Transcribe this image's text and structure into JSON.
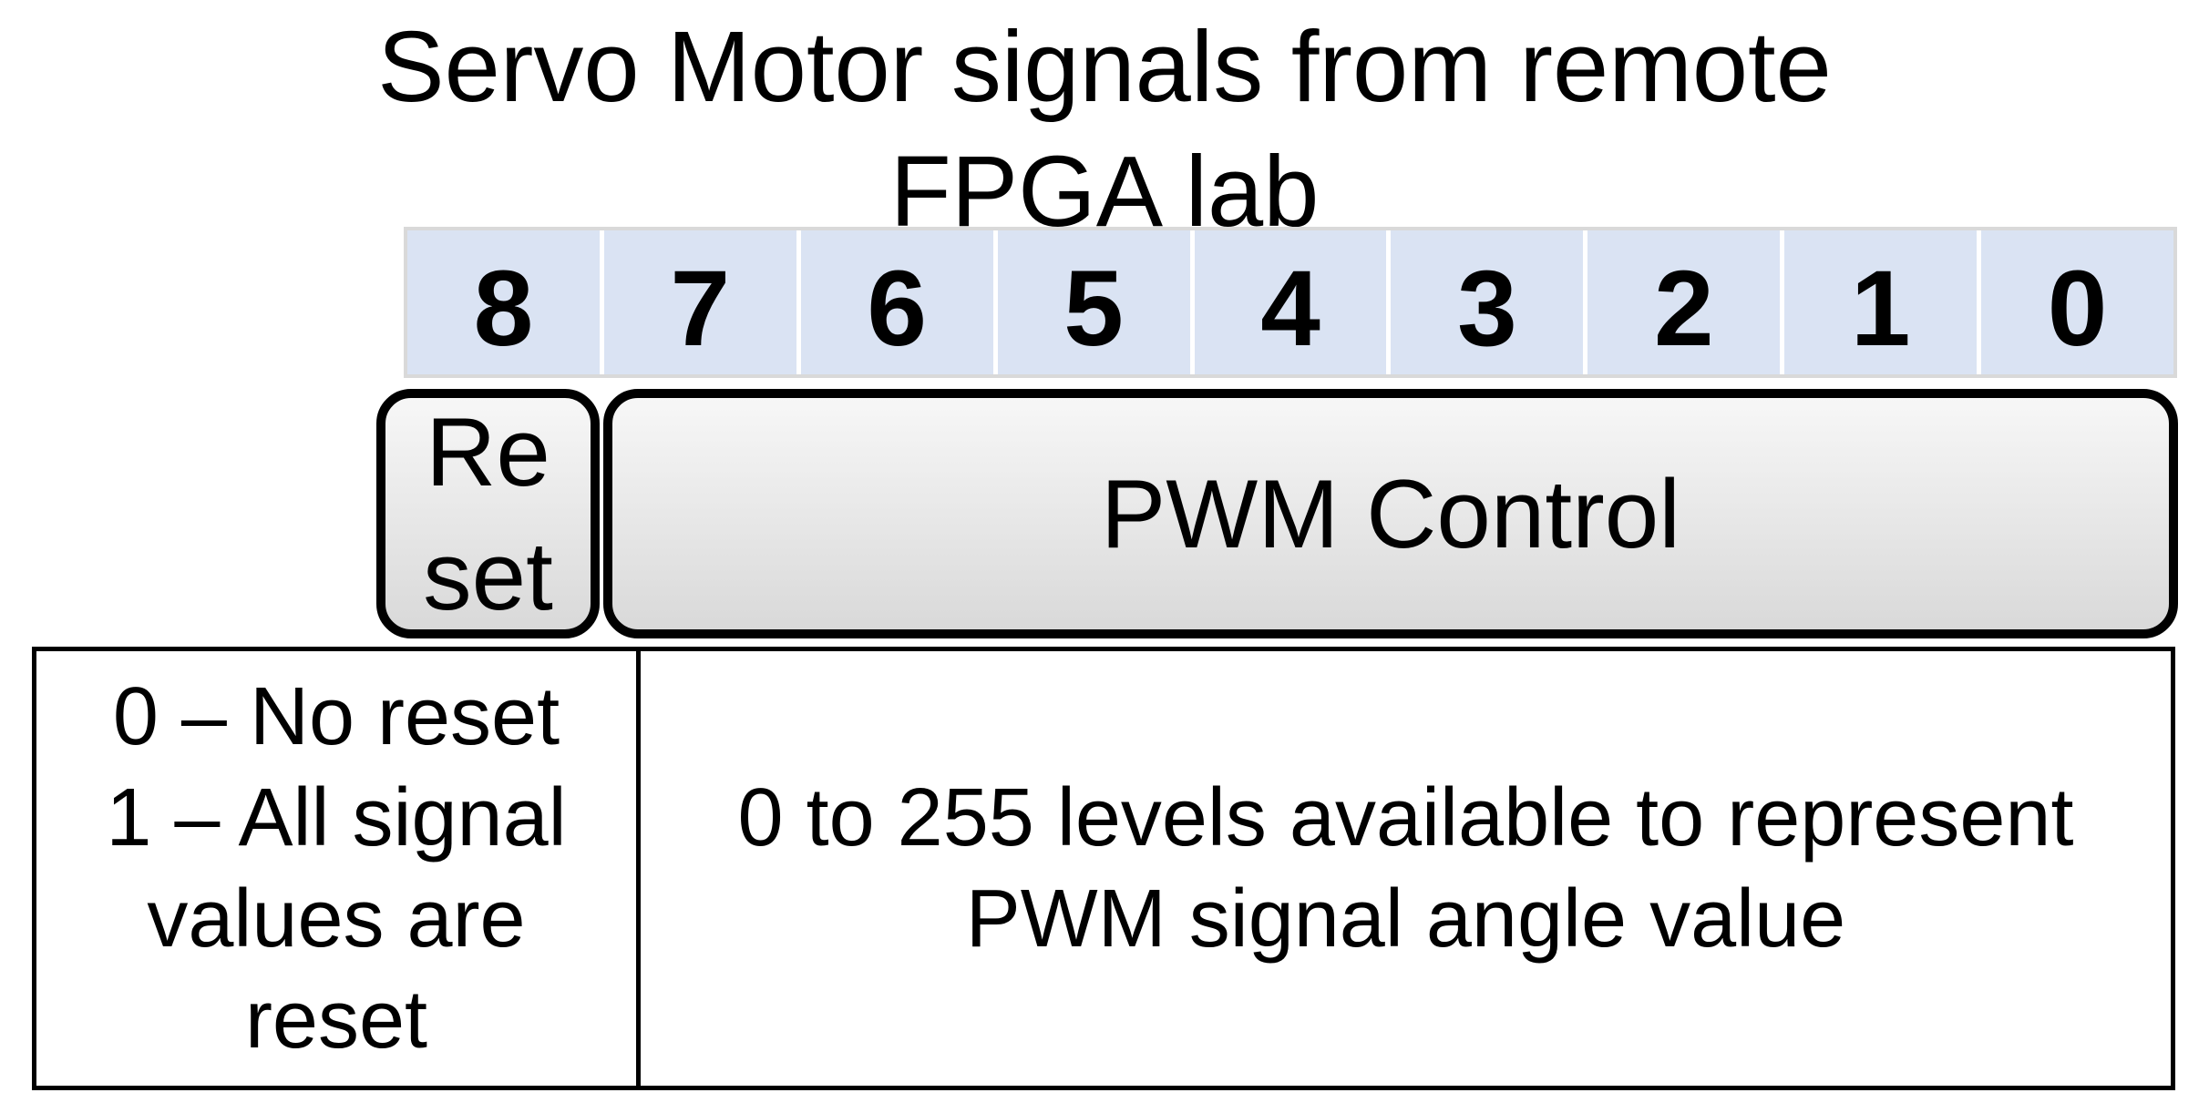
{
  "title": {
    "line1": "Servo Motor signals from remote",
    "line2": "FPGA lab"
  },
  "bit_header": {
    "cells": [
      "8",
      "7",
      "6",
      "5",
      "4",
      "3",
      "2",
      "1",
      "0"
    ]
  },
  "fields": {
    "reset": {
      "label": "Reset",
      "lines": [
        "Re",
        "set"
      ]
    },
    "pwm_control": {
      "label": "PWM Control"
    }
  },
  "descriptions": {
    "reset": {
      "lines": [
        "0 – No reset",
        "1 – All signal",
        "values are",
        "reset"
      ]
    },
    "pwm_control": {
      "lines": [
        "0 to 255 levels available to represent",
        "PWM signal angle value"
      ]
    }
  },
  "colors": {
    "bit_cell_bg": "#dae3f3",
    "row_border": "#d9d9d9",
    "shape_border": "#000000",
    "shape_gradient_top": "#f7f7f7",
    "shape_gradient_bottom": "#d9d9d9"
  }
}
